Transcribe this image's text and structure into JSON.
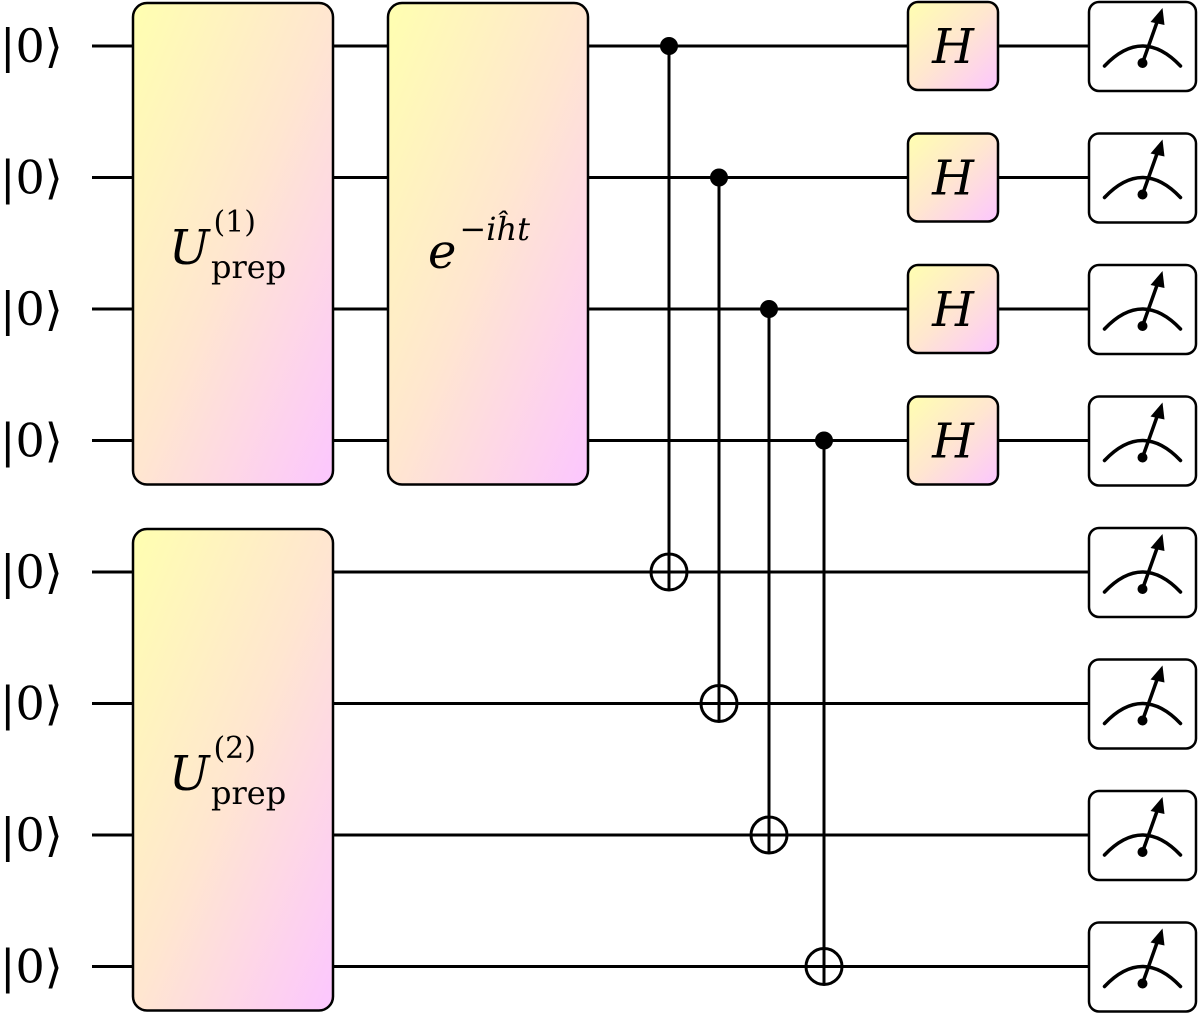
{
  "circuit": {
    "qubits": [
      {
        "label": "|0⟩"
      },
      {
        "label": "|0⟩"
      },
      {
        "label": "|0⟩"
      },
      {
        "label": "|0⟩"
      },
      {
        "label": "|0⟩"
      },
      {
        "label": "|0⟩"
      },
      {
        "label": "|0⟩"
      },
      {
        "label": "|0⟩"
      }
    ],
    "gates": {
      "prep1": {
        "symbol": "U",
        "sup": "(1)",
        "sub": "prep",
        "qubits": [
          0,
          3
        ]
      },
      "prep2": {
        "symbol": "U",
        "sup": "(2)",
        "sub": "prep",
        "qubits": [
          4,
          7
        ]
      },
      "evolution": {
        "base": "e",
        "exponent": "−iĥt",
        "qubits": [
          0,
          3
        ]
      },
      "hadamard": {
        "label": "H",
        "qubits": [
          0,
          1,
          2,
          3
        ]
      }
    },
    "cnots": [
      {
        "control": 0,
        "target": 4
      },
      {
        "control": 1,
        "target": 5
      },
      {
        "control": 2,
        "target": 6
      },
      {
        "control": 3,
        "target": 7
      }
    ],
    "measurements": [
      0,
      1,
      2,
      3,
      4,
      5,
      6,
      7
    ],
    "colors": {
      "gradient_start": "#ffffb0",
      "gradient_mid": "#ffe6d0",
      "gradient_end": "#fcc6ff",
      "stroke": "#000000"
    }
  }
}
